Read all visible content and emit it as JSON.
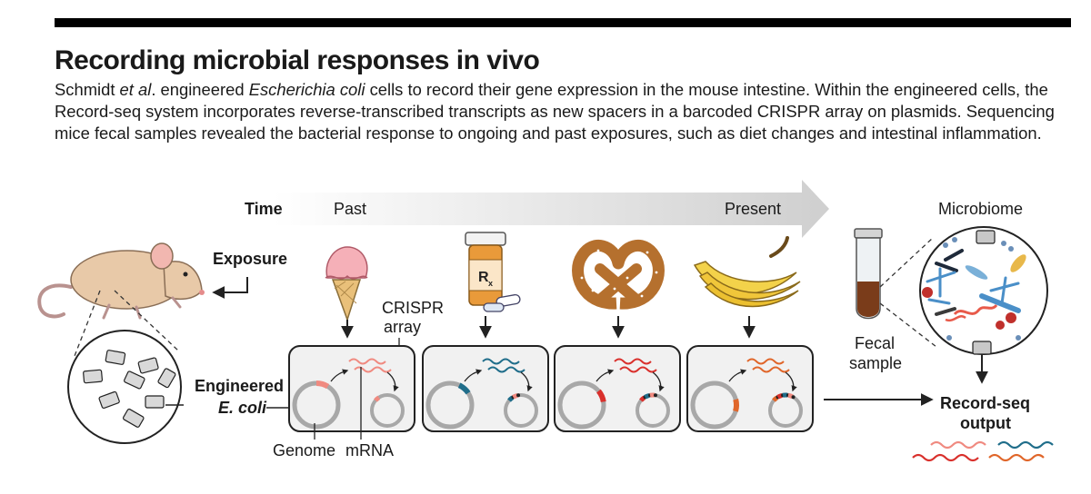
{
  "header": {
    "title": "Recording microbial responses in vivo",
    "caption": {
      "p1": "Schmidt ",
      "etal": "et al",
      "p2": ". engineered ",
      "species": "Escherichia coli",
      "p3": " cells to record their gene expression in the mouse intestine. Within the engineered cells, the Record-seq system incorporates reverse-transcribed transcripts as new spacers in a barcoded CRISPR array on plasmids. Sequencing mice fecal samples revealed the bacterial response to ongoing and past exposures, such as diet changes and intestinal inflammation."
    }
  },
  "diagram": {
    "time_label": "Time",
    "past_label": "Past",
    "present_label": "Present",
    "exposure_label": "Exposure",
    "engineered_label_1": "Engineered",
    "engineered_label_2": "E. coli",
    "crispr_label_1": "CRISPR",
    "crispr_label_2": "array",
    "genome_label": "Genome",
    "mrna_label": "mRNA",
    "rx_label": "R",
    "rx_sub": "x",
    "microbiome_label": "Microbiome",
    "fecal_label_1": "Fecal",
    "fecal_label_2": "sample",
    "output_label_1": "Record-seq",
    "output_label_2": "output",
    "exposures": [
      "ice-cream",
      "medication",
      "pretzel",
      "bananas"
    ],
    "colors": {
      "pink": "#f08a80",
      "blue": "#1f6d8a",
      "red": "#d9302c",
      "orange": "#e0662a",
      "panel": "#f1f1f1",
      "arrow": "#d9d9d9"
    }
  }
}
